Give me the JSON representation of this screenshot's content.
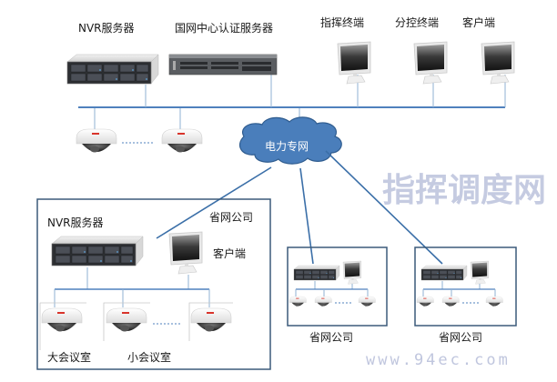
{
  "diagram": {
    "title_network": "电力专网",
    "hq": {
      "nvr_label": "NVR服务器",
      "auth_server_label": "国网中心认证服务器",
      "terminals": [
        {
          "label": "指挥终端"
        },
        {
          "label": "分控终端"
        },
        {
          "label": "客户端"
        }
      ],
      "cameras": 2
    },
    "branches": [
      {
        "caption": "省网公司",
        "nvr_label": "NVR服务器",
        "client_label": "客户端",
        "rooms": [
          "大会议室",
          "小会议室"
        ]
      },
      {
        "caption": "省网公司"
      },
      {
        "caption": "省网公司"
      }
    ],
    "watermark": {
      "text": "指挥调度网",
      "url": "www.94ec.com"
    },
    "colors": {
      "line": "#4f81bd",
      "cloud_fill": "#4a7ebb",
      "cloud_stroke": "#2f5c8f",
      "box_border": "#3b5a7a",
      "camera_accent": "#d9342b"
    }
  }
}
